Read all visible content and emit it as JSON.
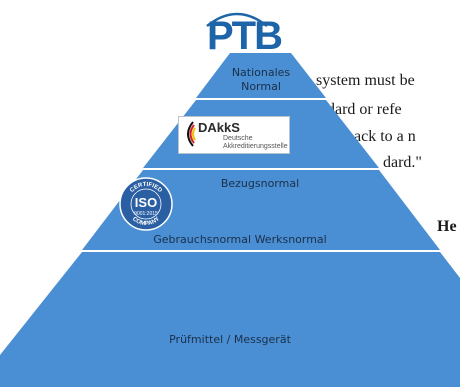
{
  "pyramid": {
    "levels": [
      {
        "label_lines": [
          "Nationales",
          "Normal"
        ]
      },
      {
        "label_lines": [
          "Bezugsnormal"
        ]
      },
      {
        "label_lines": [
          "Gebrauchsnormal Werksnormal"
        ]
      },
      {
        "label_lines": [
          "Prüfmittel / Messgerät"
        ]
      }
    ]
  },
  "logos": {
    "ptb": {
      "text": "PTB"
    },
    "dakks": {
      "title": "DAkkS",
      "subtitle_lines": [
        "Deutsche",
        "Akkreditierungsstelle"
      ]
    },
    "iso": {
      "top_text": "CERTIFIED",
      "main_text": "ISO",
      "standard_text": "9001:2015",
      "bottom_text": "COMPANY"
    }
  },
  "background_text": {
    "lines": [
      "system must be",
      "dard or refe",
      "back to a n",
      "dard.\"",
      "He"
    ]
  },
  "colors": {
    "pyramid_fill": "#4a8fd3",
    "band_separator": "#ffffff",
    "label_text": "#1b2f4a",
    "ptb_blue": "#1e64a8",
    "iso_blue": "#2a5fa3"
  }
}
